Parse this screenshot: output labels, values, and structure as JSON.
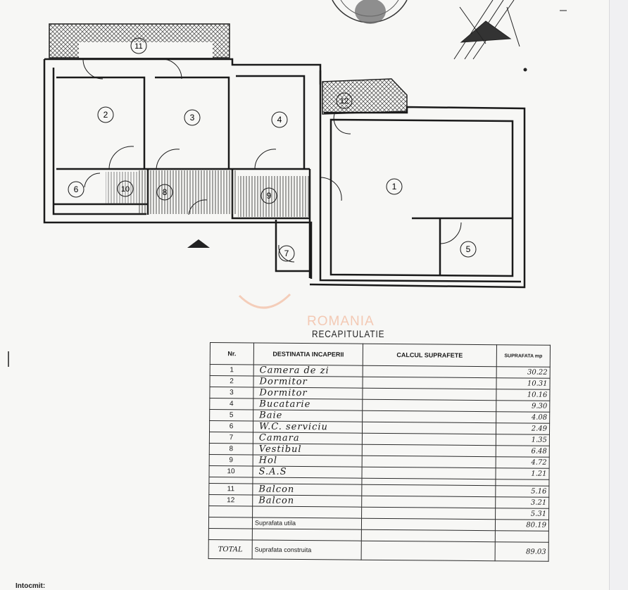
{
  "rooms": [
    {
      "num": "1"
    },
    {
      "num": "2"
    },
    {
      "num": "3"
    },
    {
      "num": "4"
    },
    {
      "num": "5"
    },
    {
      "num": "6"
    },
    {
      "num": "7"
    },
    {
      "num": "8"
    },
    {
      "num": "9"
    },
    {
      "num": "10"
    },
    {
      "num": "11"
    },
    {
      "num": "12"
    }
  ],
  "watermark": "ROMANIA",
  "recap": {
    "title": "RECAPITULATIE",
    "headers": {
      "nr": "Nr.",
      "dest": "DESTINATIA INCAPERII",
      "calc": "CALCUL SUPRAFETE",
      "area": "SUPRAFATA mp"
    },
    "rows": [
      {
        "nr": "1",
        "dest": "Camera de zi",
        "area": "30.22"
      },
      {
        "nr": "2",
        "dest": "Dormitor",
        "area": "10.31"
      },
      {
        "nr": "3",
        "dest": "Dormitor",
        "area": "10.16"
      },
      {
        "nr": "4",
        "dest": "Bucatarie",
        "area": "9.30"
      },
      {
        "nr": "5",
        "dest": "Baie",
        "area": "4.08"
      },
      {
        "nr": "6",
        "dest": "W.C. serviciu",
        "area": "2.49"
      },
      {
        "nr": "7",
        "dest": "Camara",
        "area": "1.35"
      },
      {
        "nr": "8",
        "dest": "Vestibul",
        "area": "6.48"
      },
      {
        "nr": "9",
        "dest": "Hol",
        "area": "4.72"
      },
      {
        "nr": "10",
        "dest": "S.A.S",
        "area": "1.21"
      }
    ],
    "balconies": [
      {
        "nr": "11",
        "dest": "Balcon",
        "area": "5.16"
      },
      {
        "nr": "12",
        "dest": "Balcon",
        "area": "3.21"
      }
    ],
    "extra_area": "5.31",
    "util_label": "Suprafata utila",
    "util_area": "80.19",
    "total_nr": "TOTAL",
    "total_label": "Suprafata construita",
    "total_area": "89.03"
  },
  "footer": "Intocmit:"
}
